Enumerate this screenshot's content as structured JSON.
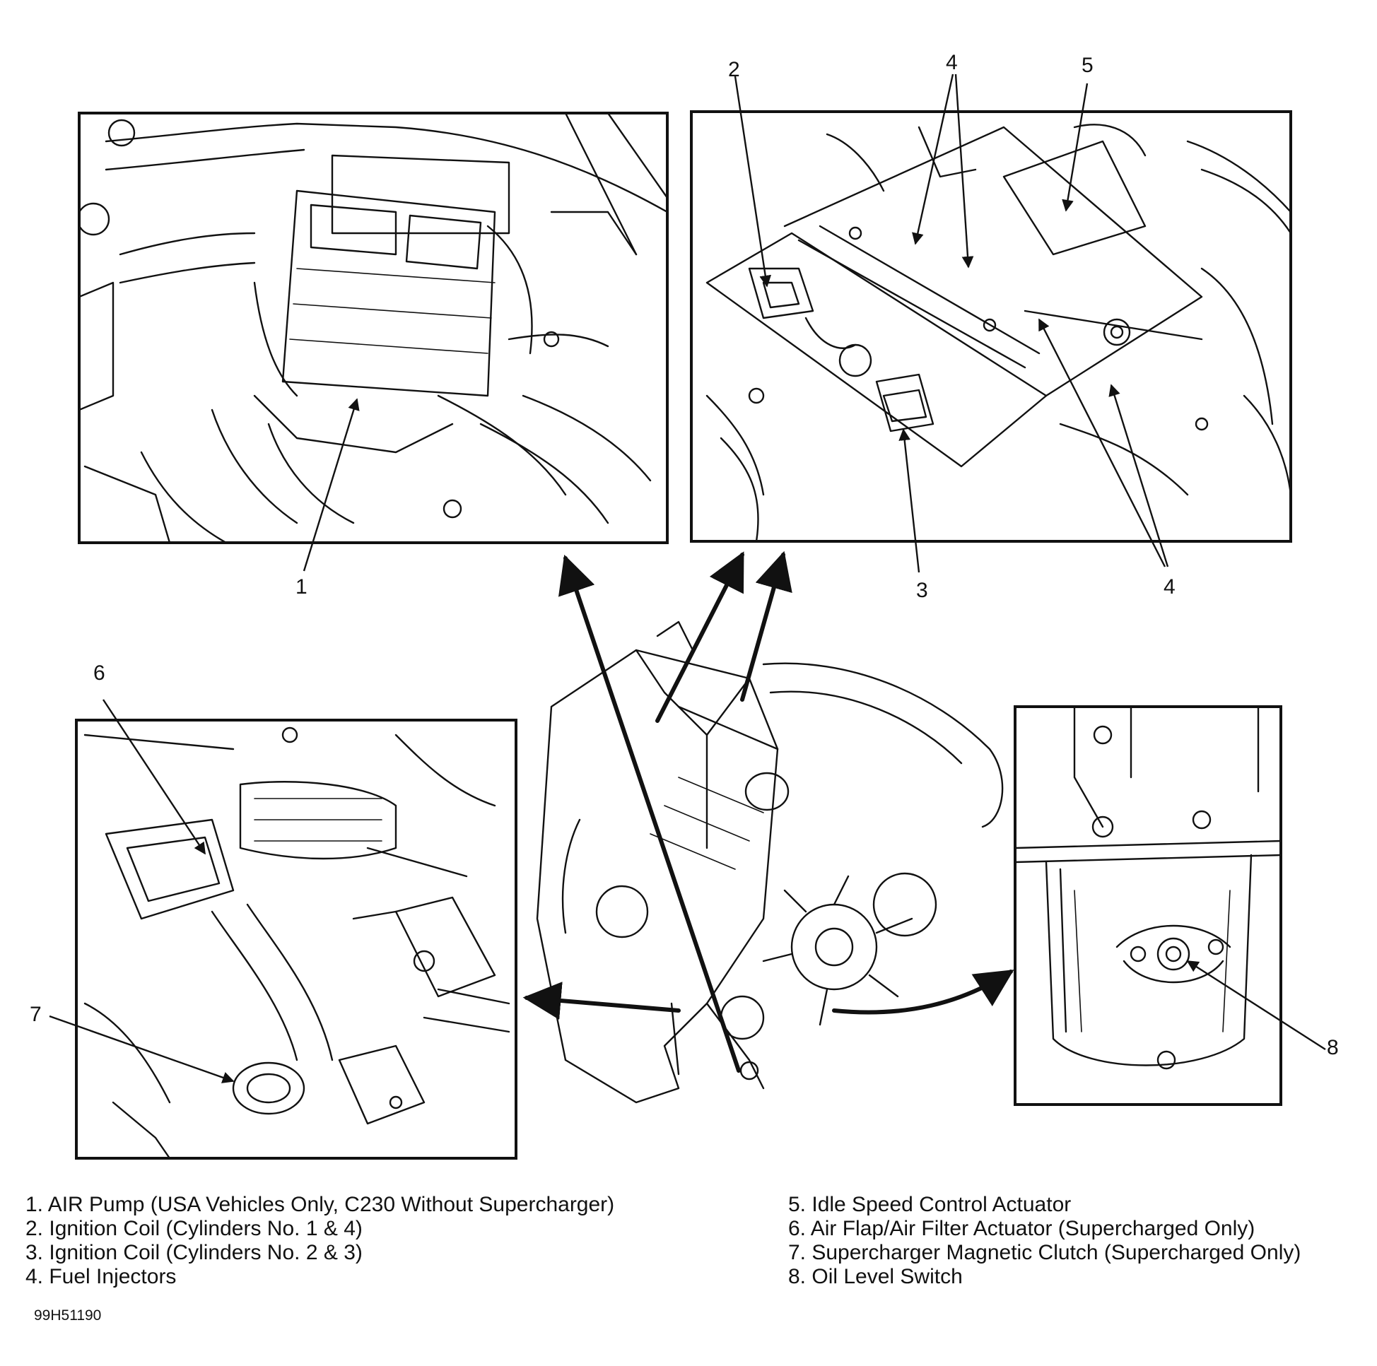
{
  "callouts": {
    "c1": "1",
    "c2": "2",
    "c3": "3",
    "c4a": "4",
    "c4b": "4",
    "c5": "5",
    "c6": "6",
    "c7": "7",
    "c8": "8"
  },
  "legend": {
    "left": [
      "1. AIR Pump (USA Vehicles Only, C230 Without Supercharger)",
      "2. Ignition Coil (Cylinders No. 1 & 4)",
      "3. Ignition Coil (Cylinders No. 2 & 3)",
      "4. Fuel Injectors"
    ],
    "right": [
      "5. Idle Speed Control Actuator",
      "6. Air Flap/Air Filter Actuator (Supercharged Only)",
      "7. Supercharger Magnetic Clutch (Supercharged Only)",
      "8. Oil Level Switch"
    ]
  },
  "figure_code": "99H51190",
  "colors": {
    "ink": "#111111",
    "background": "#ffffff"
  }
}
